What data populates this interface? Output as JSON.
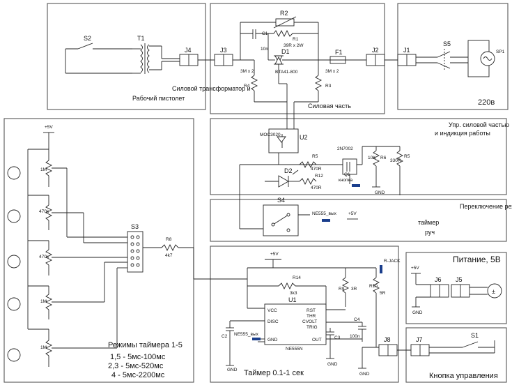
{
  "blocks": {
    "transformer": {
      "title_line1": "Силовой трансформатор и",
      "title_line2": "Рабочий пистолет"
    },
    "power": {
      "title": "Силовая часть"
    },
    "mains": {
      "label": "220в"
    },
    "control": {
      "title_line1": "Упр. силовой частью",
      "title_line2": "и индикция работы"
    },
    "mode": {
      "title_line1": "Переключение режимов",
      "title_line2": "таймер",
      "title_line3": "руч"
    },
    "timer1": {
      "title": "Таймер 0.1-1 сек"
    },
    "timers": {
      "title": "Режимы таймера 1-5",
      "line1": "1,5 - 5мс-100мс",
      "line2": "2,3 - 5мс-520мс",
      "line3": "4 - 5мс-2200мс"
    },
    "supply": {
      "title": "Питание, 5В"
    },
    "button": {
      "title": "Кнопка управления"
    }
  },
  "labels": {
    "S2": "S2",
    "T1": "T1",
    "J4": "J4",
    "J3": "J3",
    "J2": "J2",
    "J1": "J1",
    "R2": "R2",
    "C1": "C1",
    "C1v": "10n",
    "R1": "R1",
    "R1v": "39R x 2W",
    "D1": "D1",
    "D1v": "BTA41-800",
    "R4": "R4",
    "R4v": "3M x 2",
    "R3": "R3",
    "R3v": "3M x 2",
    "F1": "F1",
    "S5": "S5",
    "SP1": "SP1",
    "U2": "U2",
    "U2v": "MOC3020",
    "R5": "R5",
    "R5v": "470R",
    "R12": "R12",
    "R12v": "470R",
    "D2": "D2",
    "Q1": "Q1",
    "Q1v": "2N7002",
    "R6": "R6",
    "R6v": "10K",
    "R5b": "R5",
    "R5bv": "330R",
    "knopka": "кнопка",
    "S4": "S4",
    "ne555": "NE555_вых",
    "p5v": "+5V",
    "gnd": "GND",
    "S3": "S3",
    "R8": "R8",
    "R8v": "4k7",
    "R14": "R14",
    "R14v": "3k3",
    "R9": "R9",
    "R9v": "3R",
    "R10": "R10",
    "R10v": "5R",
    "U1": "U1",
    "U1v": "NE555N",
    "vcc": "VCC",
    "disc": "DISC",
    "rst": "RST",
    "thr": "THR",
    "cvolt": "CVOLT",
    "trig": "TRIG",
    "gndp": "GND",
    "out": "OUT",
    "C4": "C4",
    "C4v": "100n",
    "C3": "C3",
    "C2": "C2",
    "J6": "J6",
    "J5": "J5",
    "S1": "S1",
    "J8": "J8",
    "J7": "J7",
    "rjack": "R-JACK"
  },
  "potentiometers": [
    "1",
    "2",
    "3",
    "4",
    "5"
  ],
  "pot_values": [
    "1M",
    "470k",
    "470k",
    "1M",
    "1M"
  ]
}
